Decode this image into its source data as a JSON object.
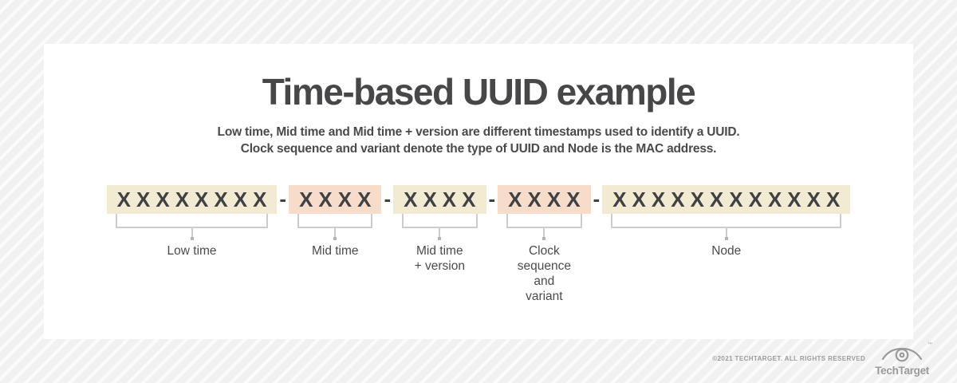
{
  "header": {
    "title": "Time-based UUID example",
    "subtitle": [
      "Low time, Mid time and Mid time + version are different timestamps used to identify a UUID.",
      "Clock sequence and variant denote the type of UUID and Node is the MAC address."
    ]
  },
  "uuid": {
    "separator": "-",
    "segments": [
      {
        "chars": "XXXXXXXX",
        "tone": "cream",
        "label_lines": [
          "Low time"
        ]
      },
      {
        "chars": "XXXX",
        "tone": "pink",
        "label_lines": [
          "Mid time"
        ]
      },
      {
        "chars": "XXXX",
        "tone": "cream",
        "label_lines": [
          "Mid time",
          "+ version"
        ]
      },
      {
        "chars": "XXXX",
        "tone": "pink",
        "label_lines": [
          "Clock",
          "sequence",
          "and",
          "variant"
        ]
      },
      {
        "chars": "XXXXXXXXXXXX",
        "tone": "cream",
        "label_lines": [
          "Node"
        ]
      }
    ]
  },
  "footer": {
    "copyright": "©2021 TECHTARGET. ALL RIGHTS RESERVED",
    "brand": "TechTarget",
    "trademark": "™"
  },
  "colors": {
    "cream": "#f3ebd1",
    "pink": "#f7dcc9",
    "char_text": "#3e4145",
    "bracket": "#cccccc",
    "label_text": "#4b4b4b",
    "title_text": "#47474a",
    "footer_text": "#9b9b9b"
  }
}
